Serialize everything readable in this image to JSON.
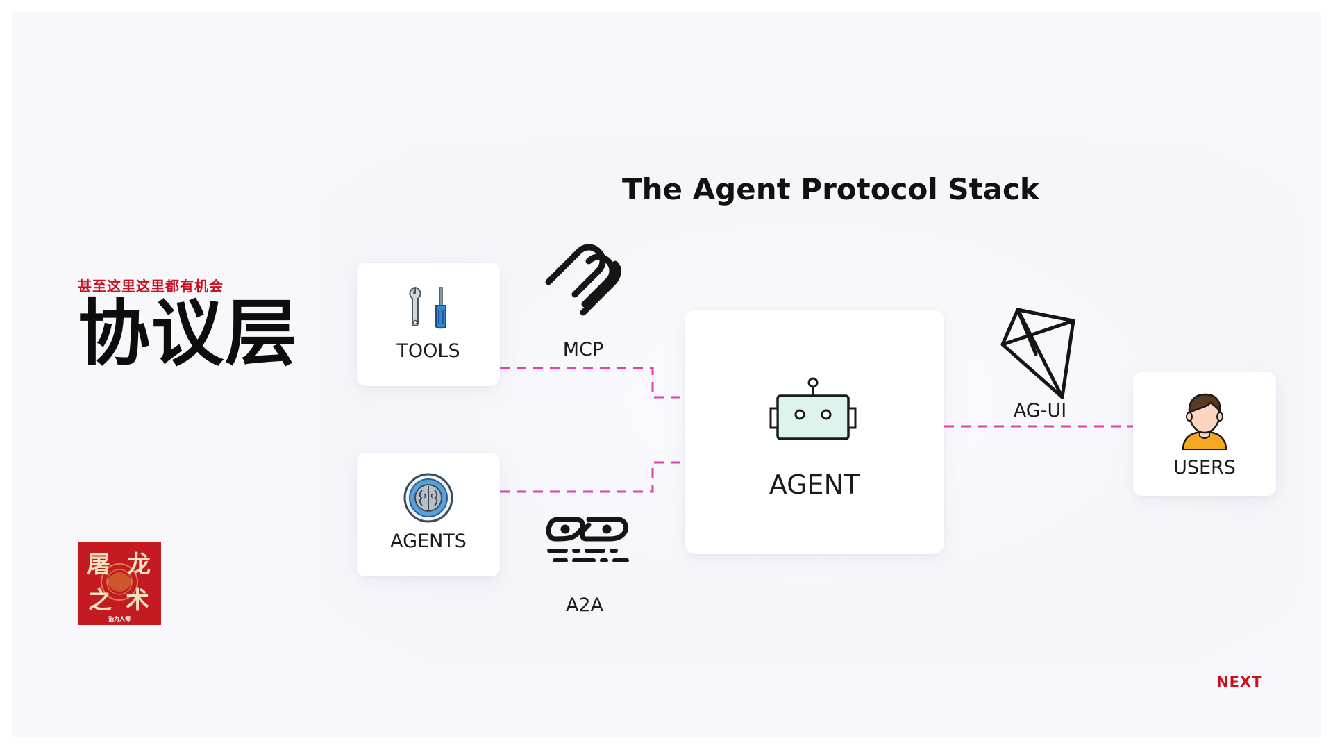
{
  "page": {
    "subtitle": "甚至这里这里都有机会",
    "title": "协议层"
  },
  "logo": {
    "line1_left": "屠",
    "line1_right": "龙",
    "line2_left": "之",
    "line2_right": "术",
    "tagline": "浩为人师",
    "background_color": "#c41a22"
  },
  "diagram": {
    "title": "The Agent Protocol Stack",
    "nodes": {
      "tools": {
        "label": "TOOLS",
        "icon": "wrench-screwdriver-icon"
      },
      "agents": {
        "label": "AGENTS",
        "icon": "brain-globe-icon"
      },
      "agent": {
        "label": "AGENT",
        "icon": "robot-icon"
      },
      "users": {
        "label": "USERS",
        "icon": "user-avatar-icon"
      }
    },
    "protocols": {
      "mcp": {
        "label": "MCP",
        "icon": "mcp-logo-icon"
      },
      "a2a": {
        "label": "A2A",
        "icon": "a2a-logo-icon"
      },
      "agui": {
        "label": "AG-UI",
        "icon": "kite-logo-icon"
      }
    },
    "connector_color": "#e040a8"
  },
  "navigation": {
    "next_label": "NEXT"
  }
}
